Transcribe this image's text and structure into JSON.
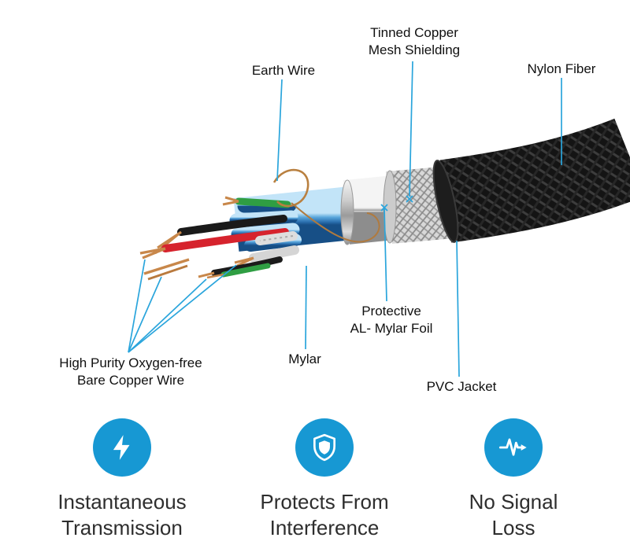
{
  "diagram": {
    "labels": {
      "earth_wire": "Earth Wire",
      "tinned_copper": "Tinned Copper\nMesh Shielding",
      "nylon_fiber": "Nylon Fiber",
      "protective_foil": "Protective\nAL- Mylar Foil",
      "mylar": "Mylar",
      "copper_wire": "High Purity Oxygen-free\nBare Copper Wire",
      "pvc_jacket": "PVC Jacket"
    },
    "colors": {
      "leader_accent": "#2aa5dc",
      "icon_circle_blue": "#1798d3",
      "jacket_black": "#161616",
      "mesh_silver": "#d6d6d6",
      "foil_blue": "#4a94c9",
      "copper": "#c8874a",
      "wire_red": "#d6232d",
      "wire_green": "#2f9e43"
    }
  },
  "features": [
    {
      "icon": "lightning-icon",
      "label": "Instantaneous\nTransmission"
    },
    {
      "icon": "shield-icon",
      "label": "Protects From\nInterference"
    },
    {
      "icon": "signal-icon",
      "label": "No Signal\nLoss"
    }
  ]
}
